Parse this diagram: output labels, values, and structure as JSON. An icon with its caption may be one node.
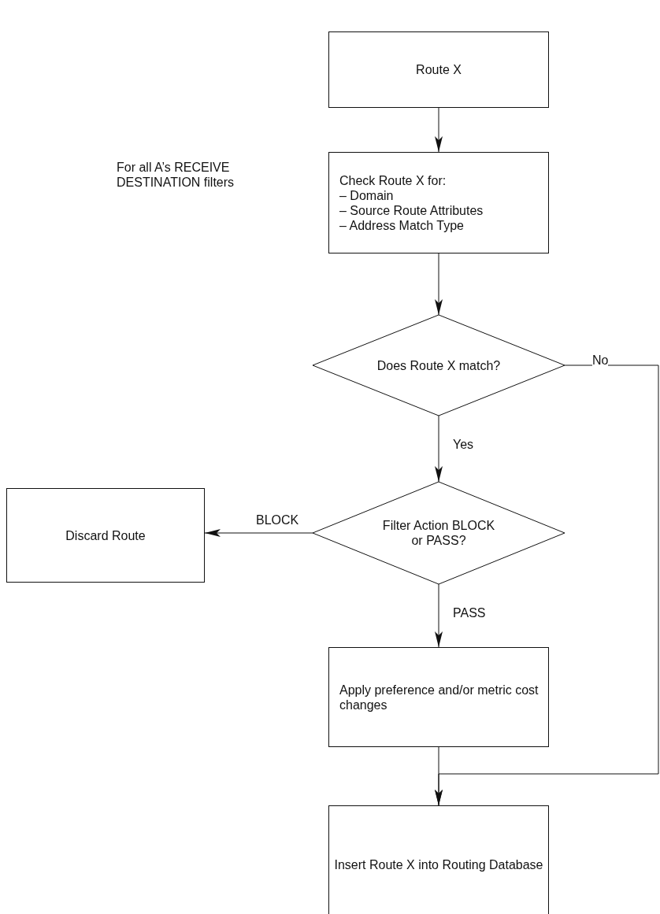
{
  "diagram": {
    "nodes": [
      {
        "text": [
          "Route X"
        ]
      },
      {
        "text": [
          "Check Route X for:",
          "– Domain",
          "– Source Route Attributes",
          "– Address Match Type"
        ]
      },
      {
        "text": [
          "Does Route X match?"
        ]
      },
      {
        "text": [
          "Filter Action BLOCK or PASS?"
        ]
      },
      {
        "text": [
          "Discard Route"
        ]
      },
      {
        "text": [
          "Apply preference and/or metric cost changes"
        ]
      },
      {
        "text": [
          "Insert Route X into Routing Database"
        ]
      }
    ],
    "edges": [
      {
        "from": 0,
        "to": 1,
        "arrow": "to"
      },
      {
        "from": 1,
        "to": 2,
        "arrow": "to"
      },
      {
        "from": 2,
        "to": 3,
        "arrow": "to",
        "label": "Yes"
      },
      {
        "from": 3,
        "to": 4,
        "arrow": "to",
        "label": "BLOCK"
      },
      {
        "from": 3,
        "to": 5,
        "arrow": "to",
        "label": "PASS"
      },
      {
        "from": 5,
        "to": 6,
        "arrow": "to"
      },
      {
        "from": 2,
        "to": 6,
        "arrow": "to",
        "label": "No"
      }
    ],
    "labels": [
      "For all A’s RECEIVE DESTINATION filters"
    ]
  }
}
